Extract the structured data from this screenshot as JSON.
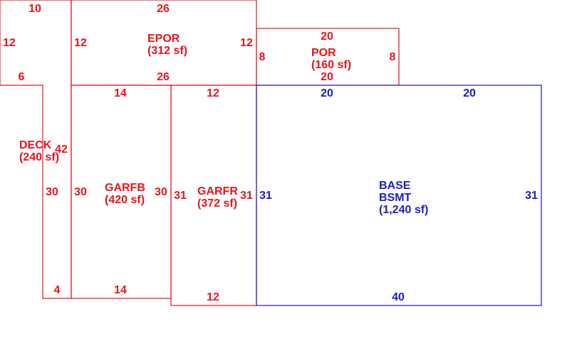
{
  "colors": {
    "addition": "#e8141b",
    "base": "#1c1cc8"
  },
  "areas": {
    "deck": {
      "lines": [
        "DECK",
        "(240 sf)"
      ]
    },
    "epor": {
      "lines": [
        "EPOR",
        "(312 sf)"
      ]
    },
    "por": {
      "lines": [
        "POR",
        "(160 sf)"
      ]
    },
    "garfb": {
      "lines": [
        "GARFB",
        "(420 sf)"
      ]
    },
    "garfr": {
      "lines": [
        "GARFR",
        "(372 sf)"
      ]
    },
    "base": {
      "lines": [
        "BASE",
        "BSMT",
        "(1,240 sf)"
      ]
    }
  },
  "dimensions": {
    "deck_top": "10",
    "deck_left": "12",
    "deck_step": "6",
    "deck_long": "42",
    "deck_inner": "30",
    "deck_bottom": "4",
    "epor_top": "26",
    "epor_left": "12",
    "epor_right": "12",
    "epor_bottom": "26",
    "por_top": "20",
    "por_left": "8",
    "por_right": "8",
    "por_bottom": "20",
    "garfb_top": "14",
    "garfb_left": "30",
    "garfb_right": "30",
    "garfb_bottom": "14",
    "garfr_top": "12",
    "garfr_left": "31",
    "garfr_right": "31",
    "garfr_bottom": "12",
    "base_top_left": "20",
    "base_top_right": "20",
    "base_left": "31",
    "base_right": "31",
    "base_bottom": "40"
  }
}
